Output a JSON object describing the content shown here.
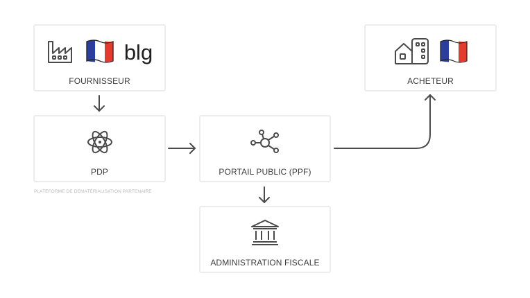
{
  "nodes": {
    "fournisseur": {
      "label": "FOURNISSEUR",
      "icons": [
        "factory-icon",
        "french-flag-icon",
        "blg-logo"
      ],
      "logo_text": "blg"
    },
    "pdp": {
      "label": "PDP",
      "icons": [
        "atom-icon"
      ],
      "note": "PLATEFORME DE DEMATÉRIALISATION PARTENAIRE"
    },
    "ppf": {
      "label": "PORTAIL PUBLIC (PPF)",
      "icons": [
        "network-hub-icon"
      ]
    },
    "administration": {
      "label": "ADMINISTRATION FISCALE",
      "icons": [
        "government-building-icon"
      ]
    },
    "acheteur": {
      "label": "ACHETEUR",
      "icons": [
        "buildings-icon",
        "french-flag-icon"
      ]
    }
  },
  "colors": {
    "border": "#ececec",
    "icon": "#4a4a4a",
    "arrow": "#4a4a4a",
    "flag_blue": "#2a3f9d",
    "flag_white": "#ffffff",
    "flag_red": "#e43b2c"
  }
}
